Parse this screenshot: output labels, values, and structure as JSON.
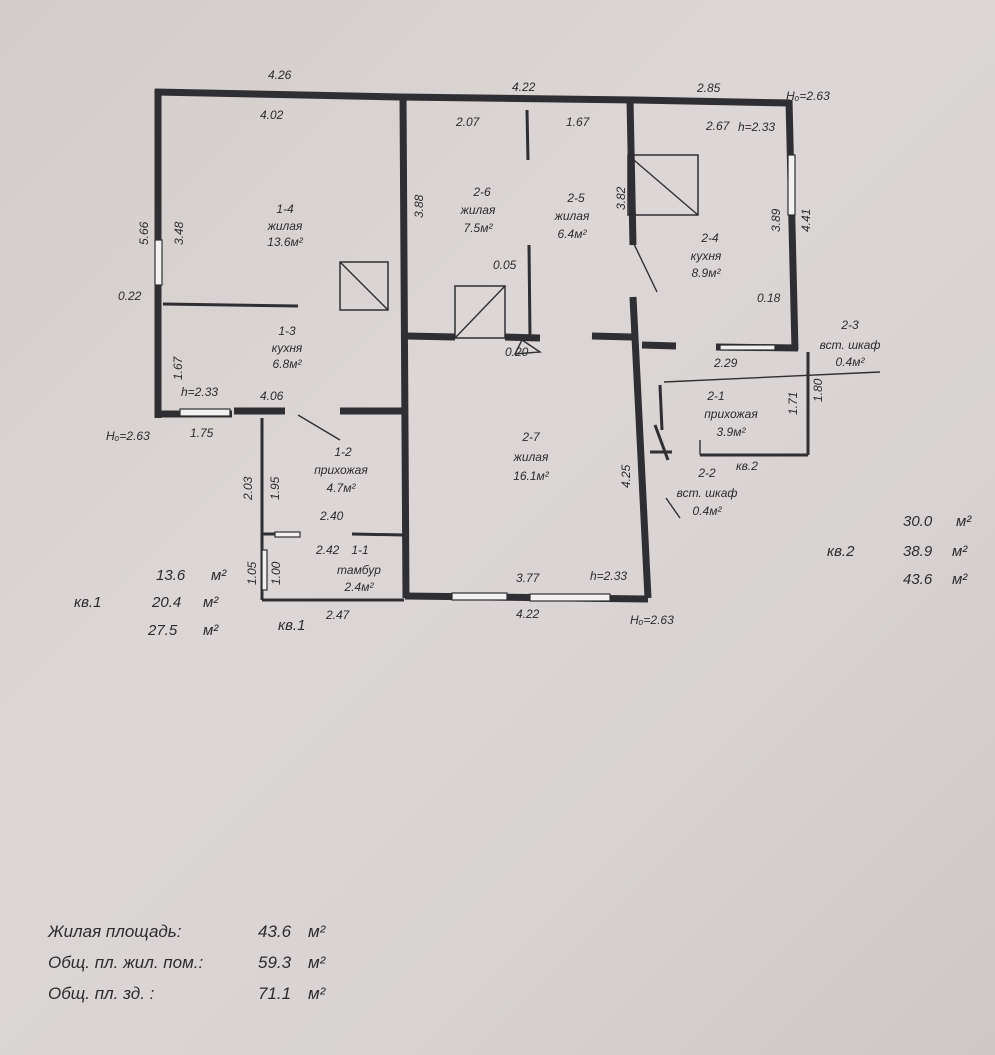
{
  "dimensions": {
    "top_left_outer": "4.26",
    "top_mid_outer": "4.22",
    "top_right_outer": "2.85",
    "top_left_inner": "4.02",
    "room_2_6_width": "2.07",
    "room_2_5_width": "1.67",
    "room_2_4_width": "2.67",
    "room_2_4_h": "h=2.33",
    "left_outer_height": "5.66",
    "room_1_4_height": "3.48",
    "wall_thickness_left": "0.22",
    "room_1_3_height": "1.67",
    "room_1_3_h": "h=2.33",
    "room_1_3_width": "4.06",
    "bottom_left_1_75": "1.75",
    "wall_3_88": "3.88",
    "wall_3_82": "3.82",
    "partition_0_05": "0.05",
    "partition_0_20": "0.20",
    "room_2_4_height": "3.89",
    "right_outer_height": "4.41",
    "wall_0_18": "0.18",
    "room_2_3_2_29": "2.29",
    "room_1_2_outer_height": "2.03",
    "room_1_2_height": "1.95",
    "room_1_2_width": "2.40",
    "room_1_1_width": "2.42",
    "room_1_1_h_outer": "1.05",
    "room_1_1_height": "1.00",
    "bottom_1_1": "2.47",
    "room_2_7_height": "4.25",
    "room_2_7_width": "3.77",
    "room_2_7_h": "h=2.33",
    "bottom_outer": "4.22",
    "room_2_1_1_71": "1.71",
    "room_2_1_1_80": "1.80",
    "height_top_right": "Hₒ=2.63",
    "height_left": "Hₒ=2.63",
    "height_bottom": "Hₒ=2.63"
  },
  "rooms": {
    "r1_4": {
      "num": "1-4",
      "name": "жилая",
      "area": "13.6м²"
    },
    "r1_3": {
      "num": "1-3",
      "name": "кухня",
      "area": "6.8м²"
    },
    "r1_2": {
      "num": "1-2",
      "name": "прихожая",
      "area": "4.7м²"
    },
    "r1_1": {
      "num": "1-1",
      "name": "тамбур",
      "area": "2.4м²"
    },
    "r2_6": {
      "num": "2-6",
      "name": "жилая",
      "area": "7.5м²"
    },
    "r2_5": {
      "num": "2-5",
      "name": "жилая",
      "area": "6.4м²"
    },
    "r2_4": {
      "num": "2-4",
      "name": "кухня",
      "area": "8.9м²"
    },
    "r2_7": {
      "num": "2-7",
      "name": "жилая",
      "area": "16.1м²"
    },
    "r2_3": {
      "num": "2-3",
      "name": "вст. шкаф",
      "area": "0.4м²"
    },
    "r2_1": {
      "num": "2-1",
      "name": "прихожая",
      "area": "3.9м²"
    },
    "r2_2": {
      "num": "2-2",
      "name": "вст. шкаф",
      "area": "0.4м²"
    }
  },
  "apartments": {
    "kv1_label_plan": "кв.1",
    "kv2_label_plan": "кв.2",
    "kv1": {
      "label": "кв.1",
      "values": [
        "13.6",
        "20.4",
        "27.5"
      ],
      "unit": "м²"
    },
    "kv2": {
      "label": "кв.2",
      "values": [
        "30.0",
        "38.9",
        "43.6"
      ],
      "unit": "м²"
    }
  },
  "summary": [
    {
      "label": "Жилая площадь:",
      "value": "43.6",
      "unit": "м²"
    },
    {
      "label": "Общ. пл. жил. пом.:",
      "value": "59.3",
      "unit": "м²"
    },
    {
      "label": "Общ. пл. зд. :",
      "value": "71.1",
      "unit": "м²"
    }
  ]
}
